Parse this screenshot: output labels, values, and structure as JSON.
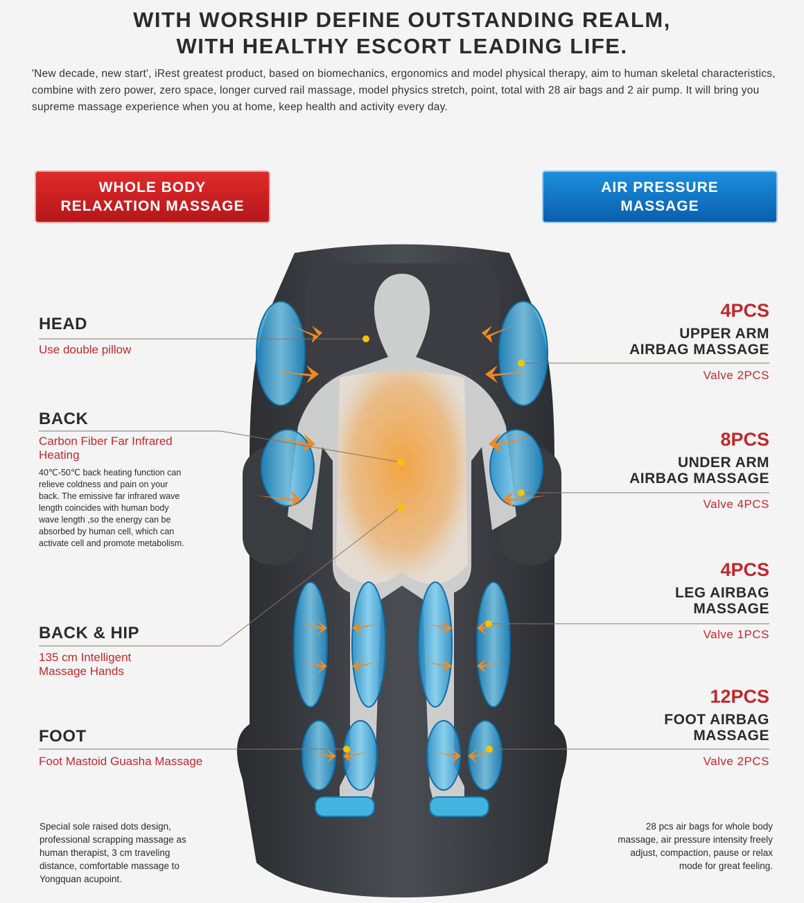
{
  "header": {
    "line1": "WITH WORSHIP DEFINE OUTSTANDING REALM,",
    "line2": "WITH HEALTHY ESCORT LEADING LIFE.",
    "intro": "'New decade, new start', iRest greatest product,  based on biomechanics, ergonomics and model physical therapy, aim to human skeletal characteristics, combine with zero power, zero space, longer curved rail massage,   model physics stretch, point, total with 28 air bags and 2 air pump. It will bring you supreme massage experience when you at home, keep health and activity every day."
  },
  "banners": {
    "left_line1": "WHOLE BODY",
    "left_line2": "RELAXATION MASSAGE",
    "right_line1": "AIR PRESSURE",
    "right_line2": "MASSAGE"
  },
  "left_features": {
    "head_title": "HEAD",
    "head_sub": "Use double pillow",
    "back_title": "BACK",
    "back_sub1": "Carbon Fiber Far Infrared",
    "back_sub2": "Heating",
    "back_desc": [
      "40℃-50℃ back heating function can",
      "relieve coldness and pain on your",
      "back. The emissive far infrared wave",
      "length coincides with  human body",
      "wave length ,so the energy can be",
      "absorbed by human cell, which can",
      "activate cell and promote metabolism."
    ],
    "hip_title": "BACK & HIP",
    "hip_sub1": "135 cm Intelligent",
    "hip_sub2": "Massage Hands",
    "foot_title": "FOOT",
    "foot_sub": "Foot Mastoid Guasha Massage"
  },
  "right_features": {
    "upper_pcs": "4PCS",
    "upper_l1": "UPPER ARM",
    "upper_l2": "AIRBAG MASSAGE",
    "upper_valve": "Valve  2PCS",
    "under_pcs": "8PCS",
    "under_l1": "UNDER ARM",
    "under_l2": "AIRBAG MASSAGE",
    "under_valve": "Valve  4PCS",
    "leg_pcs": "4PCS",
    "leg_l1": "LEG AIRBAG",
    "leg_l2": "MASSAGE",
    "leg_valve": "Valve  1PCS",
    "foot_pcs": "12PCS",
    "foot_l1": "FOOT AIRBAG",
    "foot_l2": "MASSAGE",
    "foot_valve": "Valve  2PCS"
  },
  "notes": {
    "left": [
      "Special sole raised dots design,",
      "professional scrapping massage as",
      "human therapist, 3 cm traveling",
      "distance, comfortable massage to",
      "Yongquan acupoint."
    ],
    "right": [
      "28 pcs air bags for whole body",
      "massage, air pressure intensity freely",
      "adjust, compaction, pause or relax",
      "mode for great feeling."
    ]
  },
  "colors": {
    "accent_red": "#c1272d",
    "accent_blue": "#0a5fae",
    "airbag_blue": "#3aa6dc",
    "heat_orange": "#f2a64a",
    "dot_yellow": "#f5c400"
  }
}
